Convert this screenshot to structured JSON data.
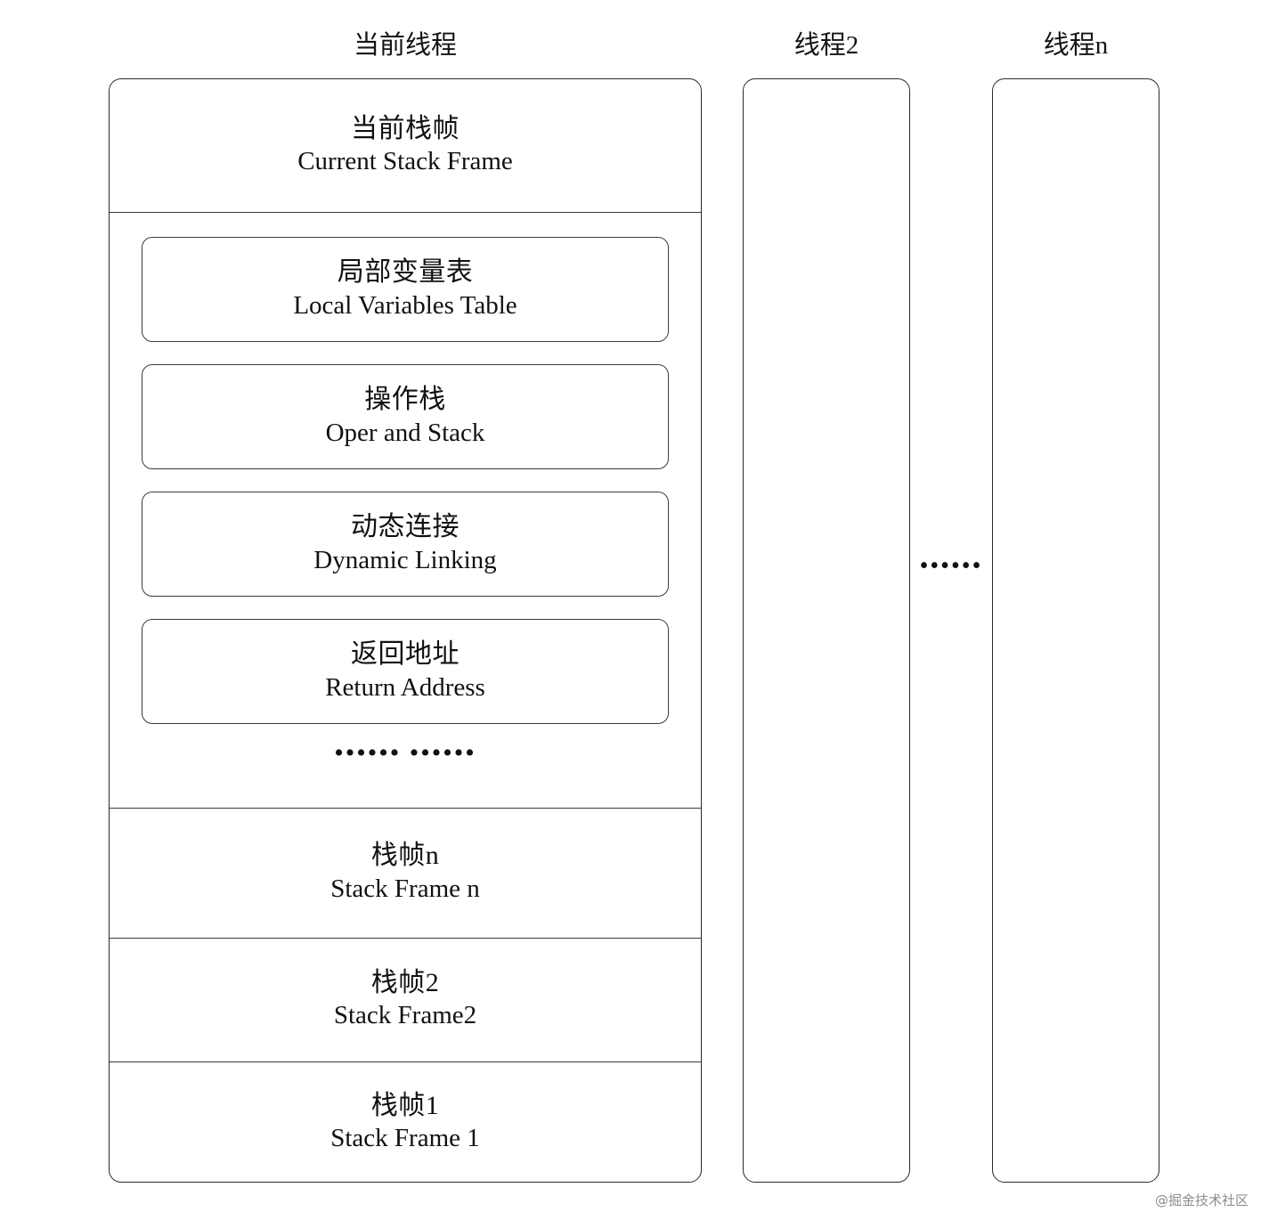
{
  "diagram": {
    "title_cn": "当前线程",
    "columns": [
      {
        "id": "current",
        "label": "当前线程"
      },
      {
        "id": "thread2",
        "label": "线程2"
      },
      {
        "id": "threadn",
        "label": "线程n"
      }
    ],
    "between_threads_ellipsis": "••••••",
    "current_thread": {
      "header": {
        "cn": "当前栈帧",
        "en": "Current Stack Frame"
      },
      "components": [
        {
          "cn": "局部变量表",
          "en": "Local Variables Table"
        },
        {
          "cn": "操作栈",
          "en": "Oper and Stack"
        },
        {
          "cn": "动态连接",
          "en": "Dynamic Linking"
        },
        {
          "cn": "返回地址",
          "en": "Return Address"
        }
      ],
      "components_ellipsis": "•••••• ••••••",
      "frames": [
        {
          "cn": "栈帧n",
          "en": "Stack Frame n"
        },
        {
          "cn": "栈帧2",
          "en": "Stack Frame2"
        },
        {
          "cn": "栈帧1",
          "en": "Stack Frame 1"
        }
      ]
    },
    "watermark": "@掘金技术社区",
    "colors": {
      "background": "#ffffff",
      "stroke": "#2a2a2a",
      "text": "#111111",
      "watermark": "#8c8c8c"
    }
  }
}
